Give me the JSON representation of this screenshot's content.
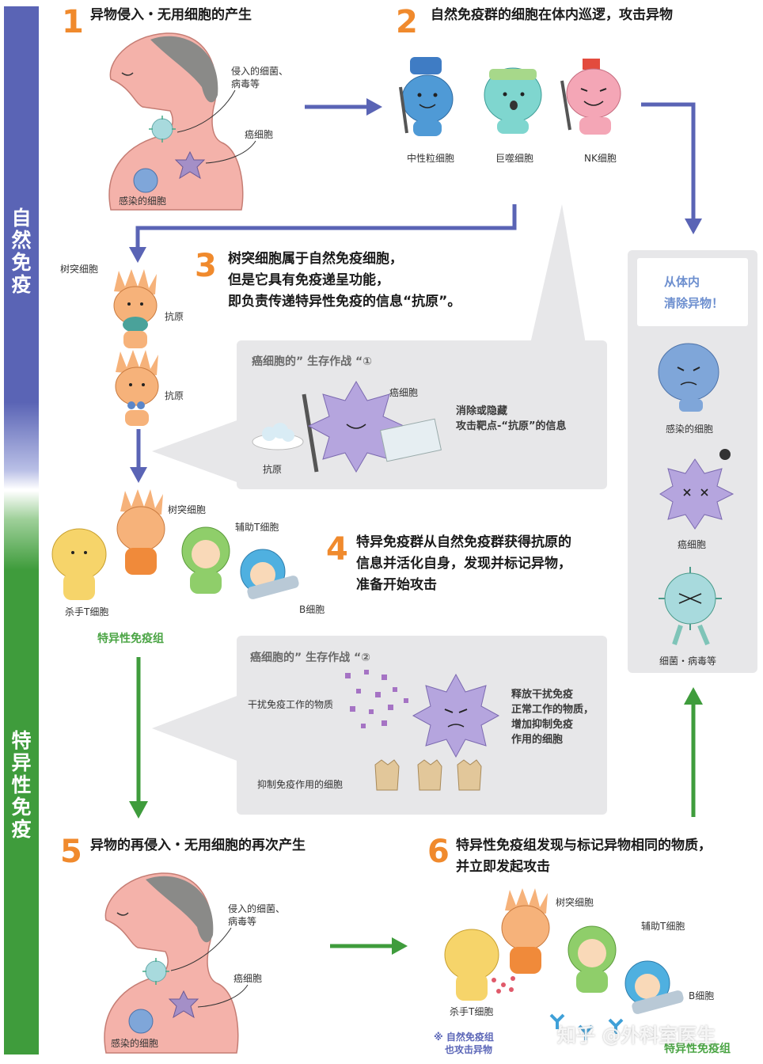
{
  "sidebar": {
    "innate": "自然免疫",
    "specific": "特异性免疫"
  },
  "steps": [
    {
      "num": "1",
      "text": "异物侵入・无用细胞的产生"
    },
    {
      "num": "2",
      "text": "自然免疫群的细胞在体内巡逻，攻击异物"
    },
    {
      "num": "3",
      "lines": [
        "树突细胞属于自然免疫细胞，",
        "但是它具有免疫递呈功能，",
        "即负责传递特异性免疫的信息“抗原”。"
      ]
    },
    {
      "num": "4",
      "lines": [
        "特异免疫群从自然免疫群获得抗原的",
        "信息并活化自身，发现并标记异物，",
        "准备开始攻击"
      ]
    },
    {
      "num": "5",
      "text": "异物的再侵入・无用细胞的再次产生"
    },
    {
      "num": "6",
      "lines": [
        "特异性免疫组发现与标记异物相同的物质，",
        "并立即发起攻击"
      ]
    }
  ],
  "labels": {
    "invader": [
      "侵入的细菌、",
      "病毒等"
    ],
    "cancer": "癌细胞",
    "infected": "感染的细胞",
    "neutrophil": "中性粒细胞",
    "macrophage": "巨噬细胞",
    "nk": "NK细胞",
    "dendritic": "树突细胞",
    "antigen": "抗原",
    "helper_t": "辅助T细胞",
    "killer_t": "杀手T细胞",
    "b_cell": "B细胞",
    "specific_group": "特异性免疫组",
    "note_innate": [
      "※ 自然免疫组",
      "也攻击异物"
    ]
  },
  "panel1": {
    "title": "癌细胞的” 生存作战 “①",
    "cancer": "癌细胞",
    "antigen": "抗原",
    "desc": [
      "消除或隐藏",
      "攻击靶点-“抗原”的信息"
    ]
  },
  "panel2": {
    "title": "癌细胞的” 生存作战 “②",
    "interfere": "干扰免疫工作的物质",
    "suppress": "抑制免疫作用的细胞",
    "desc": [
      "释放干扰免疫",
      "正常工作的物质，",
      "增加抑制免疫",
      "作用的细胞"
    ]
  },
  "outcome": {
    "title": [
      "从体内",
      "清除异物！"
    ],
    "infected": "感染的细胞",
    "cancer": "癌细胞",
    "bacteria": "细菌・病毒等"
  },
  "watermark": "知乎 @外科室医生",
  "colors": {
    "innate": "#5a64b5",
    "specific": "#3f9c3c",
    "step_number": "#f08a2d"
  }
}
